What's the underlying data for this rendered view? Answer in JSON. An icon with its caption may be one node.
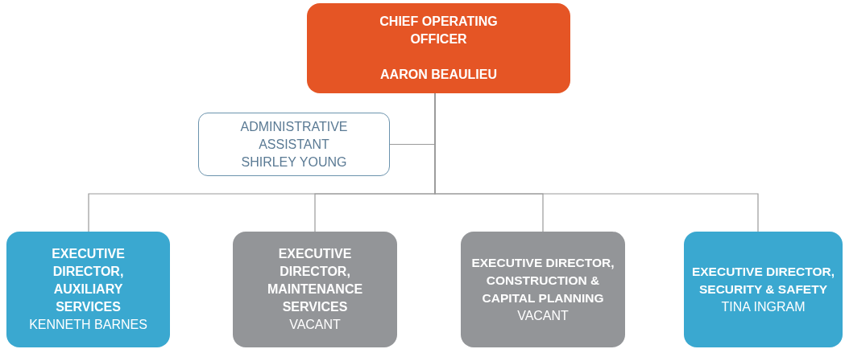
{
  "diagram": {
    "nodes": [
      {
        "text": [
          "CHIEF OPERATING OFFICER",
          "AARON BEAULIEU"
        ]
      },
      {
        "text": [
          "ADMINISTRATIVE ASSISTANT",
          "SHIRLEY YOUNG"
        ]
      },
      {
        "text": [
          "EXECUTIVE DIRECTOR, AUXILIARY SERVICES",
          "KENNETH BARNES"
        ]
      },
      {
        "text": [
          "EXECUTIVE DIRECTOR, MAINTENANCE SERVICES",
          "VACANT"
        ]
      },
      {
        "text": [
          "EXECUTIVE DIRECTOR, CONSTRUCTION & CAPITAL PLANNING",
          "VACANT"
        ]
      },
      {
        "text": [
          "EXECUTIVE DIRECTOR, SECURITY & SAFETY",
          "TINA INGRAM"
        ]
      }
    ],
    "edges": [
      {
        "from": 0,
        "to": 1,
        "arrow": "none"
      },
      {
        "from": 0,
        "to": 2,
        "arrow": "none"
      },
      {
        "from": 0,
        "to": 3,
        "arrow": "none"
      },
      {
        "from": 0,
        "to": 4,
        "arrow": "none"
      },
      {
        "from": 0,
        "to": 5,
        "arrow": "none"
      }
    ]
  }
}
